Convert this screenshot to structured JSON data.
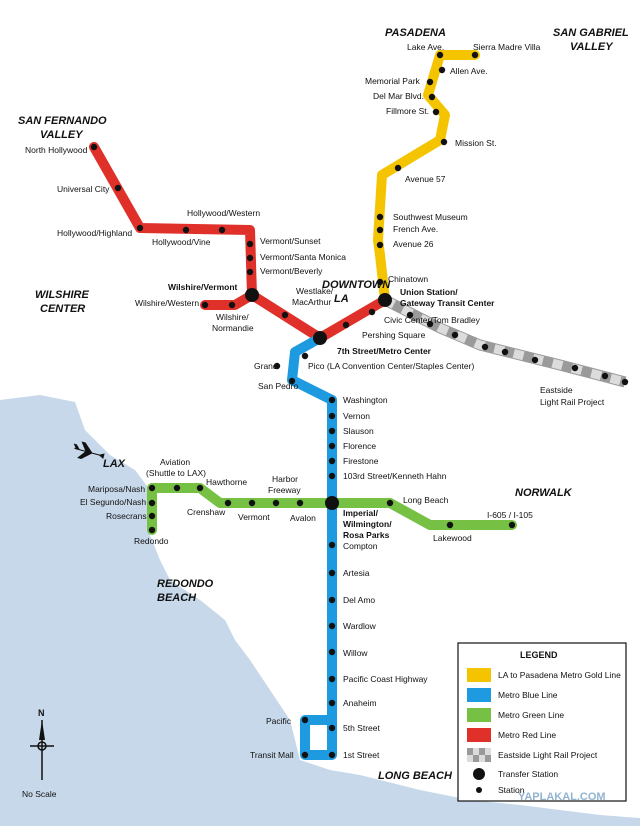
{
  "regions": {
    "pasadena": "PASADENA",
    "san_gabriel": [
      "SAN GABRIEL",
      "VALLEY"
    ],
    "san_fernando": [
      "SAN FERNANDO",
      "VALLEY"
    ],
    "wilshire": [
      "WILSHIRE",
      "CENTER"
    ],
    "downtown": [
      "DOWNTOWN",
      "LA"
    ],
    "lax": "LAX",
    "norwalk": "NORWALK",
    "redondo": [
      "REDONDO",
      "BEACH"
    ],
    "long_beach": "LONG BEACH"
  },
  "stations": {
    "lake_ave": "Lake Ave.",
    "sierra_madre": "Sierra Madre Villa",
    "allen": "Allen Ave.",
    "memorial": "Memorial Park",
    "del_mar": "Del Mar Blvd.",
    "fillmore": "Fillmore St.",
    "mission": "Mission St.",
    "avenue57": "Avenue 57",
    "sw_museum": "Southwest Museum",
    "french": "French Ave.",
    "avenue26": "Avenue 26",
    "chinatown": "Chinatown",
    "union_station": [
      "Union Station/",
      "Gateway Transit Center"
    ],
    "civic_center": "Civic Center/Tom Bradley",
    "pershing": "Pershing Square",
    "seventh_metro": "7th Street/Metro Center",
    "pico": "Pico (LA Convention Center/Staples Center)",
    "grand": "Grand",
    "san_pedro": "San Pedro",
    "north_hollywood": "North Hollywood",
    "universal": "Universal City",
    "hollywood_highland": "Hollywood/Highland",
    "hollywood_vine": "Hollywood/Vine",
    "hollywood_western": "Hollywood/Western",
    "vermont_sunset": "Vermont/Sunset",
    "vermont_santa_monica": "Vermont/Santa Monica",
    "vermont_beverly": "Vermont/Beverly",
    "wilshire_vermont": "Wilshire/Vermont",
    "wilshire_western": "Wilshire/Western",
    "wilshire_normandie": [
      "Wilshire/",
      "Normandie"
    ],
    "westlake": [
      "Westlake/",
      "MacArthur"
    ],
    "washington": "Washington",
    "vernon": "Vernon",
    "slauson": "Slauson",
    "florence": "Florence",
    "firestone": "Firestone",
    "kenneth_hahn": "103rd Street/Kenneth Hahn",
    "imperial": [
      "Imperial/",
      "Wilmington/",
      "Rosa Parks"
    ],
    "compton": "Compton",
    "artesia": "Artesia",
    "del_amo": "Del Amo",
    "wardlow": "Wardlow",
    "willow": "Willow",
    "pch": "Pacific Coast Highway",
    "anaheim": "Anaheim",
    "fifth_street": "5th Street",
    "first_street": "1st Street",
    "pacific": "Pacific",
    "transit_mall": "Transit Mall",
    "long_beach_blvd": "Long Beach",
    "lakewood": "Lakewood",
    "i605": "I-605 / I-105",
    "avalon": "Avalon",
    "harbor_freeway": [
      "Harbor",
      "Freeway"
    ],
    "vermont_green": "Vermont",
    "crenshaw": "Crenshaw",
    "hawthorne": "Hawthorne",
    "aviation": [
      "Aviation",
      "(Shuttle to LAX)"
    ],
    "mariposa": "Mariposa/Nash",
    "el_segundo": "El Segundo/Nash",
    "rosecrans": "Rosecrans",
    "redondo_stn": "Redondo",
    "eastside": [
      "Eastside",
      "Light Rail Project"
    ]
  },
  "legend": {
    "title": "LEGEND",
    "items": [
      {
        "label": "LA to Pasadena Metro Gold Line",
        "color": "#f5c400"
      },
      {
        "label": "Metro Blue Line",
        "color": "#1e9be0"
      },
      {
        "label": "Metro Green Line",
        "color": "#76c043"
      },
      {
        "label": "Metro Red Line",
        "color": "#e0302a"
      },
      {
        "label": "Eastside Light Rail Project",
        "color": "#c0c0c0"
      }
    ],
    "transfer": "Transfer Station",
    "station": "Station"
  },
  "compass": {
    "north": "N"
  },
  "scale_note": "No Scale",
  "watermark": "YAPLAKAL.COM",
  "colors": {
    "water": "#c7d8ea",
    "gold": "#f5c400",
    "blue": "#1e9be0",
    "green": "#76c043",
    "red": "#e0302a",
    "eastside": "#c0c0c0"
  }
}
